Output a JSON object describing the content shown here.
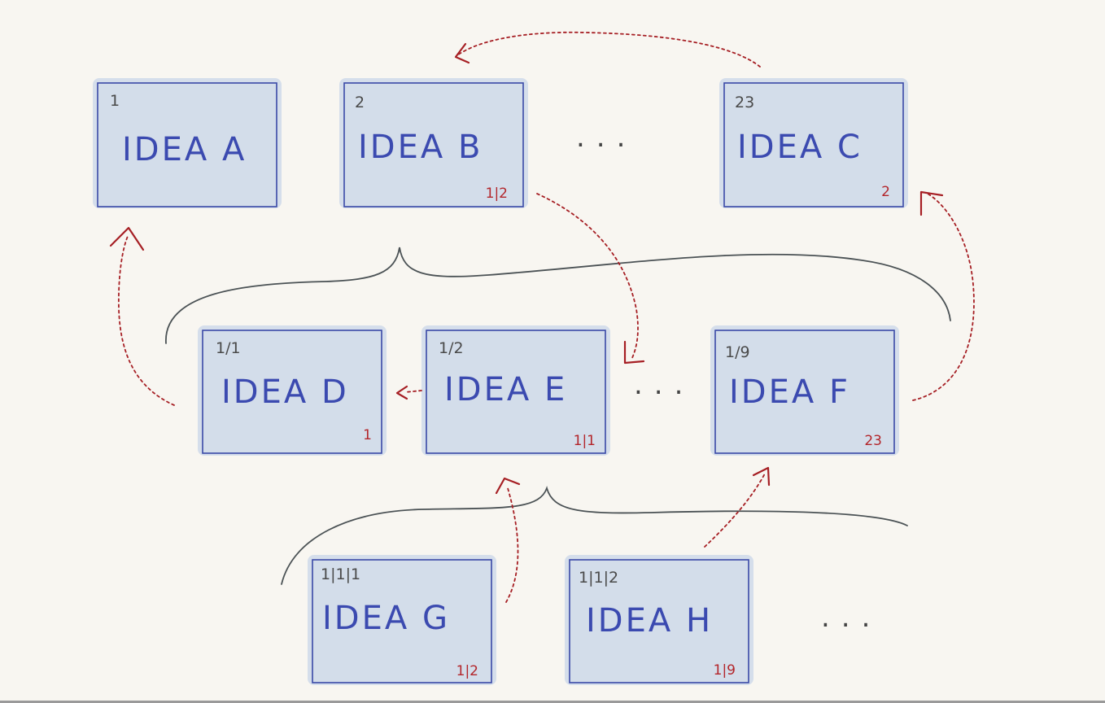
{
  "cards": [
    {
      "key": "A",
      "id": "1",
      "title": "IDEA  A",
      "ref": ""
    },
    {
      "key": "B",
      "id": "2",
      "title": "IDEA  B",
      "ref": "1|2"
    },
    {
      "key": "C",
      "id": "23",
      "title": "IDEA  C",
      "ref": "2"
    },
    {
      "key": "D",
      "id": "1/1",
      "title": "IDEA  D",
      "ref": "1"
    },
    {
      "key": "E",
      "id": "1/2",
      "title": "IDEA  E",
      "ref": "1|1"
    },
    {
      "key": "F",
      "id": "1/9",
      "title": "IDEA  F",
      "ref": "23"
    },
    {
      "key": "G",
      "id": "1|1|1",
      "title": "IDEA  G",
      "ref": "1|2"
    },
    {
      "key": "H",
      "id": "1|1|2",
      "title": "IDEA  H",
      "ref": "1|9"
    }
  ],
  "ellipsis": "...",
  "colors": {
    "card_fill": "#d3ddea",
    "card_border": "#3a49a6",
    "title_ink": "#3b4ab0",
    "reference_ink": "#b3262b",
    "connector_ink": "#a61f24",
    "brace_ink": "#4b5255"
  }
}
